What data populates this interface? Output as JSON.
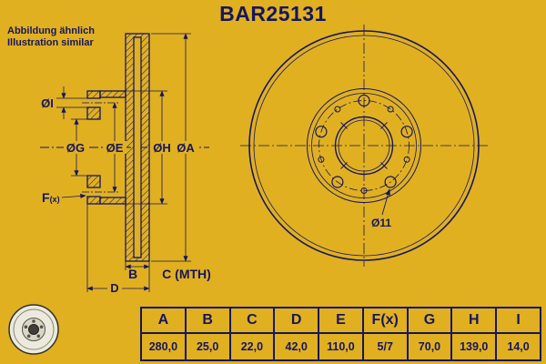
{
  "title": "BAR25131",
  "note": {
    "line1": "Abbildung ähnlich",
    "line2": "Illustration similar"
  },
  "colors": {
    "background": "#e0b020",
    "ink": "#16165e"
  },
  "drawing": {
    "dia_i": "ØI",
    "dia_g": "ØG",
    "dia_e": "ØE",
    "dia_h": "ØH",
    "dia_a": "ØA",
    "f": "F",
    "f_sub": "(x)",
    "b": "B",
    "c": "C (MTH)",
    "d": "D",
    "bolt_hole": "Ø11"
  },
  "table": {
    "headers": [
      "A",
      "B",
      "C",
      "D",
      "E",
      "F(x)",
      "G",
      "H",
      "I"
    ],
    "values": [
      "280,0",
      "25,0",
      "22,0",
      "42,0",
      "110,0",
      "5/7",
      "70,0",
      "139,0",
      "14,0"
    ]
  }
}
